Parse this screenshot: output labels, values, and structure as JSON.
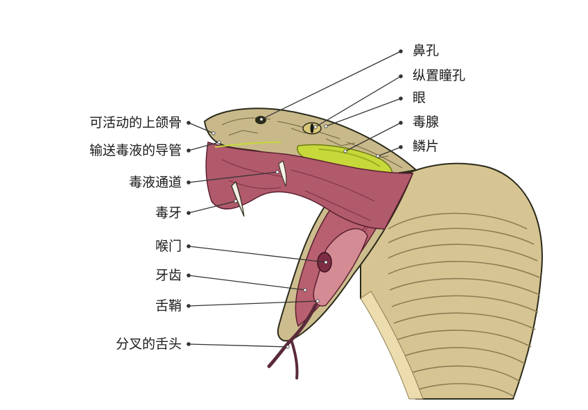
{
  "colors": {
    "skin": "#c9b98a",
    "skin_dark": "#8a7d52",
    "belly": "#e8d9a8",
    "mouth": "#b85c6e",
    "mouth_dark": "#7e2e44",
    "gland": "#c7d93a",
    "outline": "#2a2a1a",
    "leader": "#333333"
  },
  "labels": {
    "right": [
      {
        "name": "label-nostril",
        "text": "鼻孔"
      },
      {
        "name": "label-vertical-pupil",
        "text": "纵置瞳孔"
      },
      {
        "name": "label-eye",
        "text": "眼"
      },
      {
        "name": "label-venom-gland",
        "text": "毒腺"
      },
      {
        "name": "label-scales",
        "text": "鳞片"
      }
    ],
    "left": [
      {
        "name": "label-movable-maxilla",
        "text": "可活动的上颌骨"
      },
      {
        "name": "label-venom-duct",
        "text": "输送毒液的导管"
      },
      {
        "name": "label-venom-channel",
        "text": "毒液通道"
      },
      {
        "name": "label-fang",
        "text": "毒牙"
      },
      {
        "name": "label-glottis",
        "text": "喉门"
      },
      {
        "name": "label-teeth",
        "text": "牙齿"
      },
      {
        "name": "label-tongue-sheath",
        "text": "舌鞘"
      },
      {
        "name": "label-forked-tongue",
        "text": "分叉的舌头"
      }
    ]
  }
}
